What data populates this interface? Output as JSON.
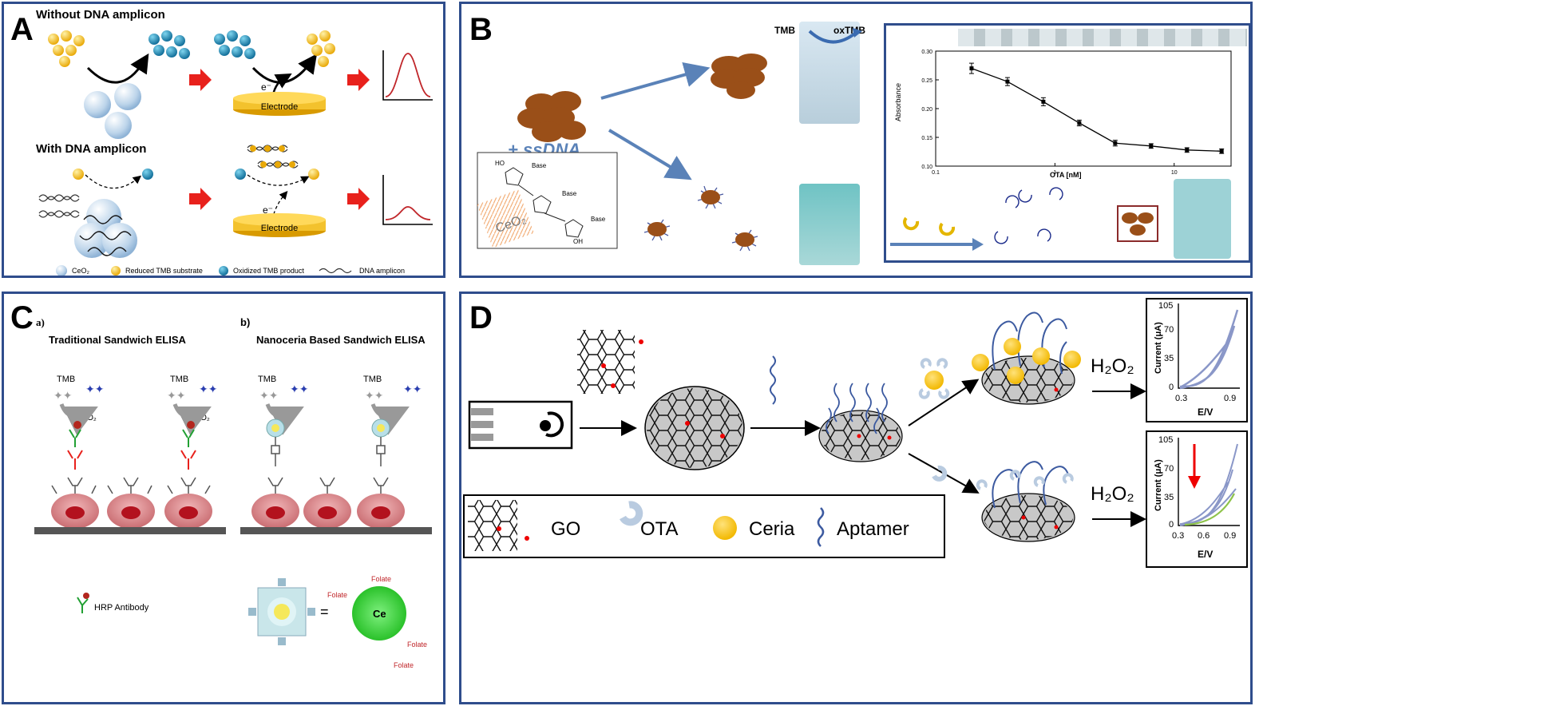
{
  "panels": {
    "a": {
      "label": "A",
      "title_top": "Without DNA amplicon",
      "title_bottom": "With DNA amplicon",
      "electrode": "Electrode",
      "electron": "e⁻",
      "legend": [
        "CeO₂",
        "Reduced TMB substrate",
        "Oxidized TMB product",
        "DNA amplicon"
      ]
    },
    "b": {
      "label": "B",
      "ssdna": "+ ssDNA",
      "ceo2": "CeO₂",
      "tmb": "TMB",
      "oxtmb": "oxTMB",
      "base": "Base",
      "ho": "HO",
      "oh": "OH",
      "plus": "+"
    },
    "c": {
      "label": "C",
      "a_label": "a)",
      "b_label": "b)",
      "a_title": "Traditional Sandwich ELISA",
      "b_title": "Nanoceria Based Sandwich ELISA",
      "tmb": "TMB",
      "h2o2": "H₂O₂",
      "hrp": "HRP Antibody",
      "folate": "Folate",
      "ce": "Ce",
      "eq": "="
    },
    "d": {
      "label": "D",
      "h2o2": "H₂O₂",
      "legend": [
        "GO",
        "OTA",
        "Ceria",
        "Aptamer"
      ],
      "top_plot": {
        "ylabel": "Current (μA)",
        "xlabel": "E/V",
        "yticks": [
          "105",
          "70",
          "35",
          "0"
        ],
        "xticks": [
          "0.3",
          "0.9"
        ]
      },
      "bottom_plot": {
        "ylabel": "Current (μA)",
        "xlabel": "E/V",
        "yticks": [
          "105",
          "70",
          "35",
          "0"
        ],
        "xticks": [
          "0.3",
          "0.6",
          "0.9"
        ]
      }
    }
  },
  "chart_data": {
    "type": "line",
    "xlabel": "OTA [nM]",
    "ylabel": "Absorbance",
    "xscale": "log",
    "xlim": [
      0.1,
      30
    ],
    "ylim": [
      0.1,
      0.3
    ],
    "xticks": [
      "0.1",
      "1",
      "10"
    ],
    "yticks": [
      "0.10",
      "0.15",
      "0.20",
      "0.25",
      "0.30"
    ],
    "x": [
      0.2,
      0.4,
      0.8,
      1.6,
      3.2,
      6.4,
      12.8,
      25
    ],
    "values": [
      0.27,
      0.247,
      0.212,
      0.175,
      0.14,
      0.135,
      0.128,
      0.126
    ],
    "errors": [
      0.009,
      0.007,
      0.007,
      0.005,
      0.005,
      0.004,
      0.004,
      0.004
    ],
    "grid": false
  },
  "colors": {
    "panel_border": "#2f4d8c",
    "arrow_red": "#e8211c",
    "arrow_blue": "#5a82b8",
    "yellow_particle": "#f4c21a",
    "blue_particle": "#1d92b5",
    "nanoparticle_brown": "#9a4f18",
    "cell_pink": "#d8888c",
    "ceria_green": "#2fd12f"
  }
}
